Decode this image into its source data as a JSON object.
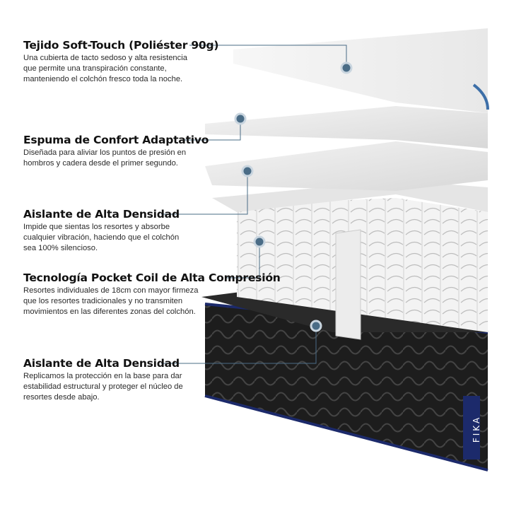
{
  "layers": [
    {
      "title": "Tejido Soft-Touch  (Poliéster 90g)",
      "desc": [
        "Una cubierta de tacto sedoso y alta resistencia",
        "que permite una transpiración constante,",
        "manteniendo el colchón fresco toda la noche."
      ]
    },
    {
      "title": "Espuma de Confort Adaptativo",
      "desc": [
        "Diseñada para aliviar los puntos de presión en",
        "hombros y cadera desde el primer segundo."
      ]
    },
    {
      "title": "Aislante de Alta Densidad",
      "desc": [
        "Impide que sientas los resortes y absorbe",
        "cualquier vibración, haciendo que el colchón",
        "sea 100% silencioso."
      ]
    },
    {
      "title": "Tecnología Pocket Coil de Alta Compresión",
      "desc": [
        "Resortes individuales de 18cm con mayor firmeza",
        "que los resortes tradicionales y no transmiten",
        "movimientos en las diferentes zonas del colchón."
      ]
    },
    {
      "title": "Aislante de Alta Densidad",
      "desc": [
        "Replicamos la protección en la base para dar",
        "estabilidad estructural y proteger el núcleo de",
        "resortes desde abajo."
      ]
    }
  ],
  "brand": "FIKA",
  "colors": {
    "accent": "#4a6c86",
    "piping": "#1c2a6b",
    "base": "#1b1b1b"
  }
}
